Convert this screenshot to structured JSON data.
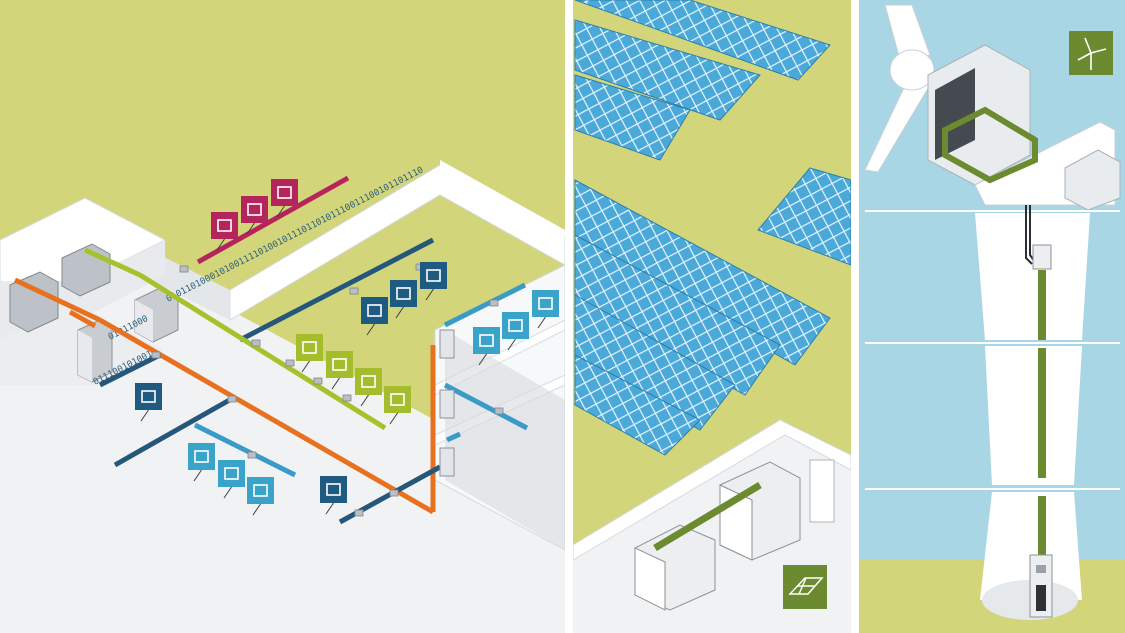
{
  "colors": {
    "olive_background": "#d2d57a",
    "sky": "#a9d6e5",
    "floor": "#f0f1f2",
    "wall": "#ffffff",
    "wall_shade": "#d7dbe0",
    "busbar_orange": "#e8711f",
    "busbar_lime": "#a5c12b",
    "busbar_dark_blue": "#24577a",
    "busbar_light_blue": "#3a9bc8",
    "busbar_magenta": "#b7245c",
    "busbar_green": "#5e7d2e",
    "icon_dark_blue": "#1f5a80",
    "icon_cyan": "#3aa3c9",
    "icon_lime": "#a5bd2c",
    "icon_magenta": "#b3255b",
    "icon_green": "#6c8a2f",
    "solar_panel": "#4aa9d9"
  },
  "panels": {
    "industrial_building": {
      "binary_streams": [
        "01011010001010011110100101110110101110011100101101110",
        "01011000",
        "0111001010010"
      ],
      "icons": [
        {
          "name": "industry-icon",
          "color": "magenta"
        },
        {
          "name": "oil-gas-icon",
          "color": "magenta"
        },
        {
          "name": "train-icon",
          "color": "magenta"
        },
        {
          "name": "sorting-worker-icon",
          "color": "dark_blue"
        },
        {
          "name": "motor-icon",
          "color": "dark_blue"
        },
        {
          "name": "chip-icon",
          "color": "dark_blue"
        },
        {
          "name": "car-production-icon",
          "color": "lime"
        },
        {
          "name": "motor-icon",
          "color": "lime"
        },
        {
          "name": "conveyor-icon",
          "color": "lime"
        },
        {
          "name": "robot-arm-icon",
          "color": "lime"
        },
        {
          "name": "lamp-icon",
          "color": "cyan"
        },
        {
          "name": "socket-icon",
          "color": "cyan"
        },
        {
          "name": "monitor-icon",
          "color": "cyan"
        },
        {
          "name": "socket-icon",
          "color": "cyan"
        },
        {
          "name": "motor-icon",
          "color": "cyan"
        },
        {
          "name": "lamp-icon",
          "color": "cyan"
        },
        {
          "name": "car-icon",
          "color": "dark_blue"
        },
        {
          "name": "storage-rack-icon",
          "color": "dark_blue"
        }
      ]
    },
    "solar_park": {
      "badge_icon": "solar-panel-icon"
    },
    "wind_turbine": {
      "badge_icon": "wind-turbine-icon"
    }
  }
}
